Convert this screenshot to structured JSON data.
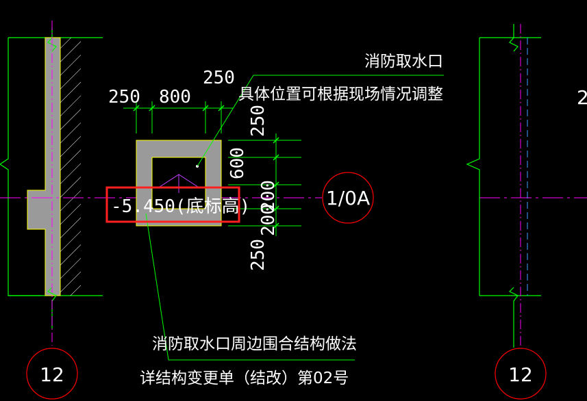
{
  "dimensions": {
    "top": [
      "250",
      "800",
      "250"
    ],
    "right": [
      "250",
      "600",
      "200",
      "200",
      "250"
    ]
  },
  "notes": {
    "title": "消防取水口",
    "subtitle": "具体位置可根据现场情况调整",
    "elevation": "-5.450(底标高)",
    "bottom_line1": "消防取水口周边围合结构做法",
    "bottom_line2": "详结构变更单（结改）第02号"
  },
  "axes": {
    "horizontal": "1/0A",
    "vertical_left": "12",
    "vertical_right": "12",
    "right_edge_text": "2"
  },
  "colors": {
    "background": "#000000",
    "wall_outline": "#00ff00",
    "dimension_line": "#00ff00",
    "axis_line": "#ff00ff",
    "bubble": "#ff0000",
    "highlight_box": "#ff2020",
    "wall_fill": "#9a9a9a",
    "text": "#ffffff"
  }
}
